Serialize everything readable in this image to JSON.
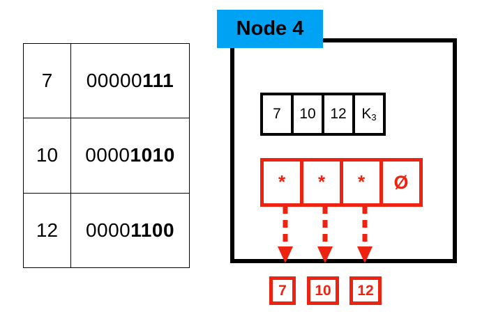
{
  "binary_table": {
    "name": "decimal-to-binary-key-table",
    "columns": [
      "decimal",
      "binary"
    ],
    "rows": [
      {
        "decimal": "7",
        "binary_prefix": "00000",
        "binary_suffix": "111"
      },
      {
        "decimal": "10",
        "binary_prefix": "0000",
        "binary_suffix": "1010"
      },
      {
        "decimal": "12",
        "binary_prefix": "0000",
        "binary_suffix": "1100"
      }
    ]
  },
  "node": {
    "label": "Node 4",
    "label_color": "#00A2F3",
    "border_color": "#000000",
    "keys": [
      {
        "text": "7",
        "sub": ""
      },
      {
        "text": "10",
        "sub": ""
      },
      {
        "text": "12",
        "sub": ""
      },
      {
        "text": "K",
        "sub": "3"
      }
    ],
    "pointers": [
      {
        "symbol": "*",
        "kind": "star"
      },
      {
        "symbol": "*",
        "kind": "star"
      },
      {
        "symbol": "*",
        "kind": "star"
      },
      {
        "symbol": "Ø",
        "kind": "null"
      }
    ],
    "pointer_color": "#EE2211"
  },
  "leaves": [
    {
      "value": "7"
    },
    {
      "value": "10"
    },
    {
      "value": "12"
    }
  ],
  "arrows": {
    "count": 3,
    "style": "dashed",
    "color": "#EE2211",
    "direction": "down"
  }
}
